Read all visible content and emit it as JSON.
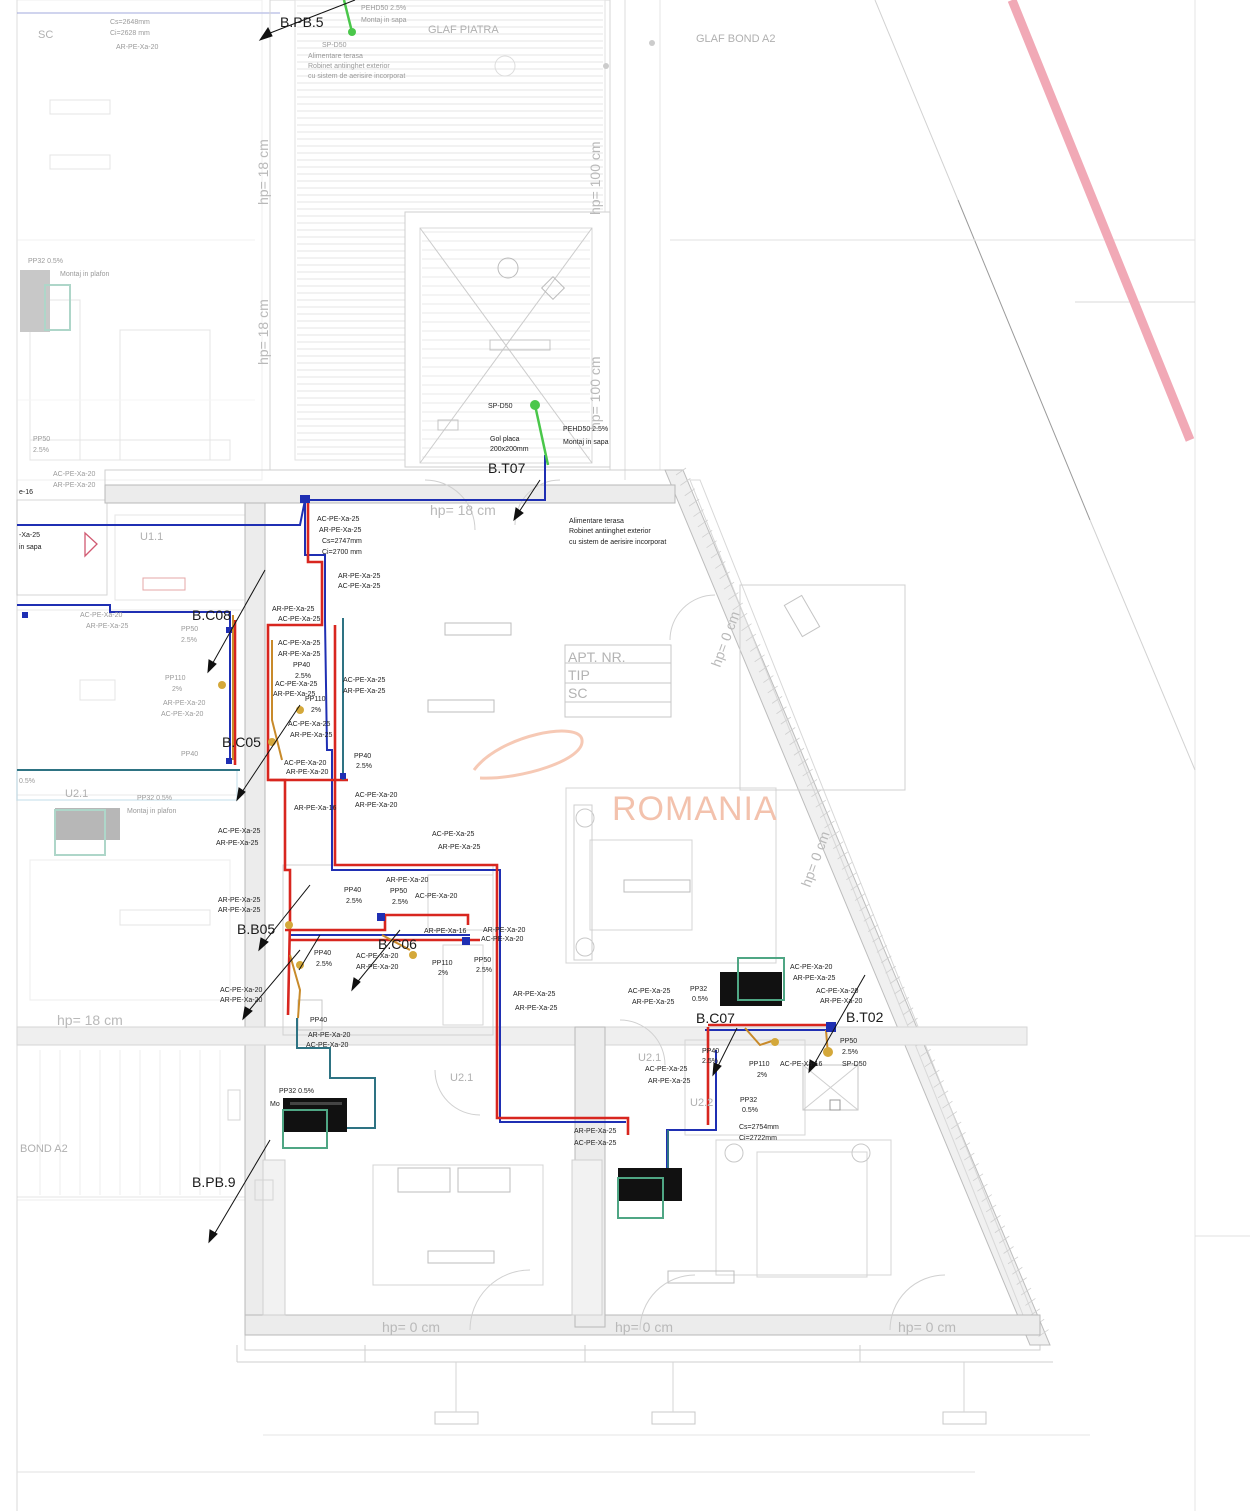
{
  "tags": {
    "b_pb5": "B.PB.5",
    "b_t07": "B.T07",
    "b_c08": "B.C08",
    "b_c05": "B.C05",
    "b_b05": "B.B05",
    "b_c06": "B.C06",
    "b_c07": "B.C07",
    "b_t02": "B.T02",
    "b_pb9": "B.PB.9"
  },
  "heights": {
    "hp_18_cm": "hp= 18 cm",
    "hp_0_cm": "hp= 0 cm",
    "hp_100_cm": "hp= 100 cm",
    "hp_0_rot": "hp= 0 cm"
  },
  "material_labels": {
    "glaf_piatra": "GLAF PIATRA",
    "glaf_bond": "GLAF BOND A2",
    "bond_a2": "BOND A2"
  },
  "room_tags": {
    "u11": "U1.1",
    "u21": "U2.1",
    "u22": "U2.2"
  },
  "apt_box": {
    "apt_nr": "APT. NR.",
    "tip": "TIP",
    "sc": "SC"
  },
  "watermark": "ROMANIA",
  "notes": {
    "pehd50": "PEHD50 2.5%",
    "montaj_sapa": "Montaj in sapa",
    "sp_d50": "SP-D50",
    "gol_placa_1": "Gol placa",
    "gol_placa_2": "200x200mm",
    "alim_1": "Alimentare terasa",
    "alim_2": "Robinet antiinghet exterior",
    "alim_3": "cu sistem de aerisire incorporat",
    "cs_2747": "Cs=2747mm",
    "ci_2700": "Ci=2700 mm",
    "cs_2754": "Cs=2754mm",
    "ci_2722": "Ci=2722mm",
    "pp32_05": "PP32 0.5%",
    "montaj_plafon": "Montaj in plafon",
    "in_sapa": "in sapa",
    "mo": "Mo"
  },
  "pipes": {
    "ac25": "AC-PE-Xa-25",
    "ar25": "AR-PE-Xa-25",
    "ac20": "AC-PE-Xa-20",
    "ar20": "AR-PE-Xa-20",
    "ar16": "AR-PE-Xa-16",
    "ac16": "AC-PE-Xa-16",
    "x25": "-Xa-25",
    "x16": "e-16"
  },
  "drains": {
    "pp40": "PP40",
    "pp50": "PP50",
    "pp110": "PP110",
    "pp32": "PP32",
    "s25": "2.5%",
    "s2": "2%",
    "s05": "0.5%"
  }
}
